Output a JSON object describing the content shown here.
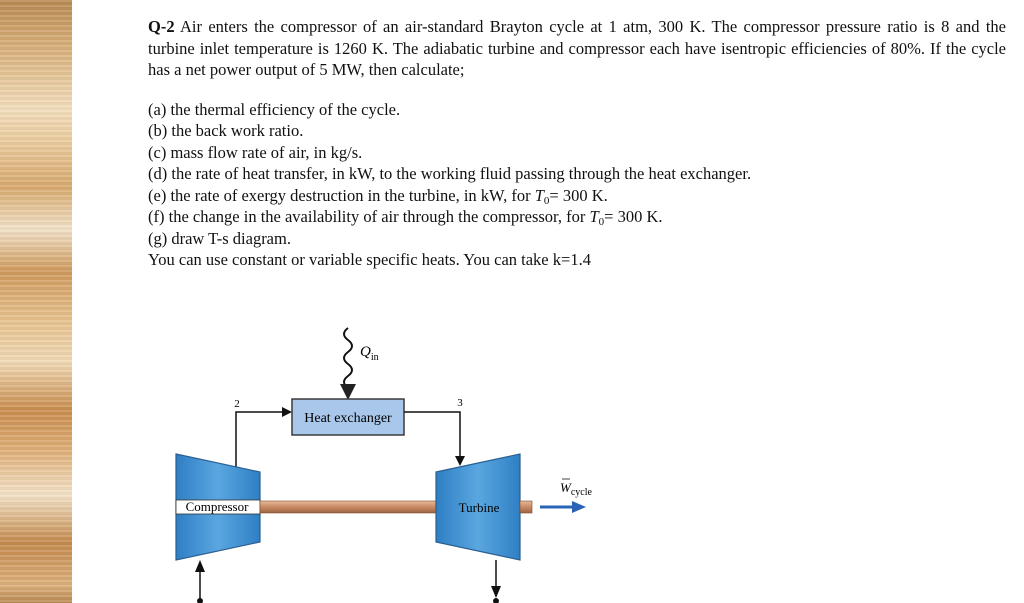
{
  "question": {
    "number": "Q-2",
    "statement": "Air enters the compressor of an air-standard Brayton cycle at 1 atm, 300 K. The compressor pressure ratio is 8 and the turbine inlet temperature is 1260 K. The adiabatic turbine and compressor each have isentropic efficiencies of 80%. If the cycle has a net power output of 5 MW, then calculate;",
    "parts": [
      {
        "text": "(a) the thermal efficiency of the cycle."
      },
      {
        "text": "(b) the back work ratio."
      },
      {
        "text": "(c) mass flow rate of air, in kg/s."
      },
      {
        "text": "(d) the rate of heat transfer, in kW, to the working fluid passing through the heat exchanger."
      },
      {
        "pre": "(e) the rate of exergy destruction in the turbine, in kW, for ",
        "sym": "T",
        "sub": "0",
        "post": "= 300 K."
      },
      {
        "pre": "(f) the change in the availability of air through the compressor, for ",
        "sym": "T",
        "sub": "0",
        "post": "= 300 K."
      },
      {
        "text": "(g) draw T-s diagram."
      }
    ],
    "note": "You can use constant or variable specific heats. You can take k=1.4"
  },
  "diagram": {
    "heat_exchanger_label": "Heat exchanger",
    "compressor_label": "Compressor",
    "turbine_label": "Turbine",
    "q_in_symbol": "Q",
    "q_in_sub": "in",
    "w_cycle_symbol": "W",
    "w_cycle_sub": "cycle",
    "state_2": "2",
    "state_3": "3",
    "colors": {
      "component_fill": "#3d8fd0",
      "heat_exchanger_fill": "#a9c7ea",
      "shaft": "#c98b63",
      "arrow_blue": "#2a63b8"
    }
  }
}
